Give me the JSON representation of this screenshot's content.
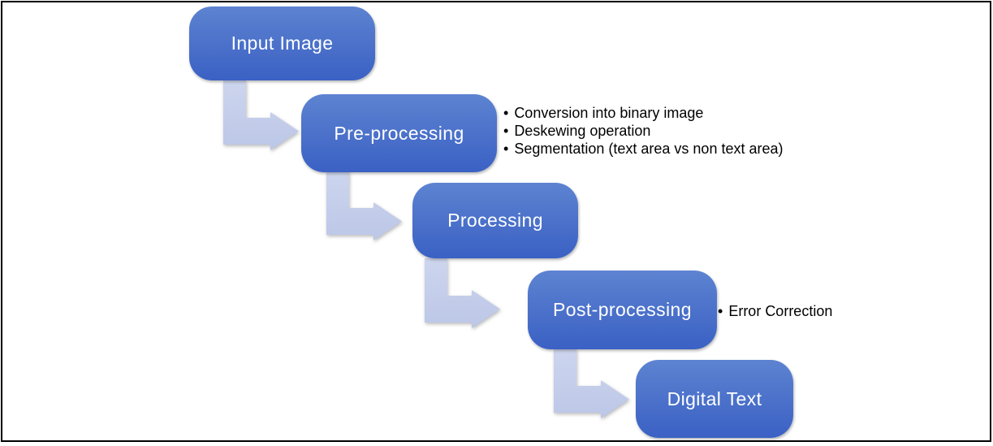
{
  "flowchart": {
    "steps": [
      {
        "label": "Input Image",
        "notes": []
      },
      {
        "label": "Pre-processing",
        "notes": [
          "Conversion into binary image",
          "Deskewing operation",
          "Segmentation (text area vs non text area)"
        ]
      },
      {
        "label": "Processing",
        "notes": []
      },
      {
        "label": "Post-processing",
        "notes": [
          "Error Correction"
        ]
      },
      {
        "label": "Digital Text",
        "notes": []
      }
    ],
    "colors": {
      "node_gradient_top": "#5d83d1",
      "node_gradient_bottom": "#3a61c4",
      "node_text": "#ffffff",
      "arrow_fill": "#c4cdeb",
      "note_text": "#000000",
      "frame_border": "#000000",
      "background": "#ffffff"
    }
  }
}
